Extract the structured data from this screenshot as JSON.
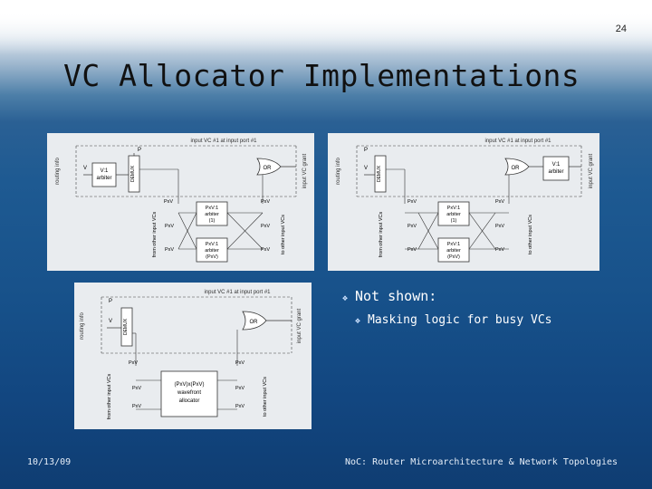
{
  "slide": {
    "page_number": "24",
    "title": "VC Allocator Implementations",
    "bullets": {
      "level1": "Not shown:",
      "level2": "Masking logic for busy VCs"
    },
    "footer": {
      "date": "10/13/09",
      "text": "NoC: Router Microarchitecture & Network Topologies"
    }
  },
  "diagram_top_left": {
    "header": "input VC #1 at input port #1",
    "routing_label": "routing info",
    "grant_label": "input VC grant",
    "demux": "DEMUX",
    "v_arbiter": [
      "V:1",
      "arbiter"
    ],
    "or_gate": "OR",
    "arbiter_a": [
      "PxV:1",
      "arbiter",
      "(1)"
    ],
    "arbiter_b": [
      "PxV:1",
      "arbiter",
      "(PxV)"
    ],
    "from_label": "from other input VCs",
    "to_label": "to other input VCs",
    "p": "P",
    "v": "V",
    "pxv": "PxV"
  },
  "diagram_top_right": {
    "header": "input VC #1 at input port #1",
    "routing_label": "routing info",
    "grant_label": "input VC grant",
    "demux": "DEMUX",
    "v_arbiter": [
      "V:1",
      "arbiter"
    ],
    "or_gate": "OR",
    "arbiter_a": [
      "PxV:1",
      "arbiter",
      "(1)"
    ],
    "arbiter_b": [
      "PxV:1",
      "arbiter",
      "(PxV)"
    ],
    "from_label": "from other input VCs",
    "to_label": "to other input VCs",
    "p": "P",
    "v": "V",
    "pxv": "PxV"
  },
  "diagram_bottom": {
    "header": "input VC #1 at input port #1",
    "routing_label": "routing info",
    "grant_label": "input VC grant",
    "demux": "DEMUX",
    "or_gate": "OR",
    "allocator": [
      "(PxV)x(PxV)",
      "wavefront",
      "allocator"
    ],
    "from_label": "from other input VCs",
    "to_label": "to other input VCs",
    "p": "P",
    "v": "V",
    "pxv": "PxV"
  },
  "colors": {
    "diagram_bg": "#e9ecef",
    "bullet_text": "#ffffff",
    "title_text": "#111111"
  }
}
